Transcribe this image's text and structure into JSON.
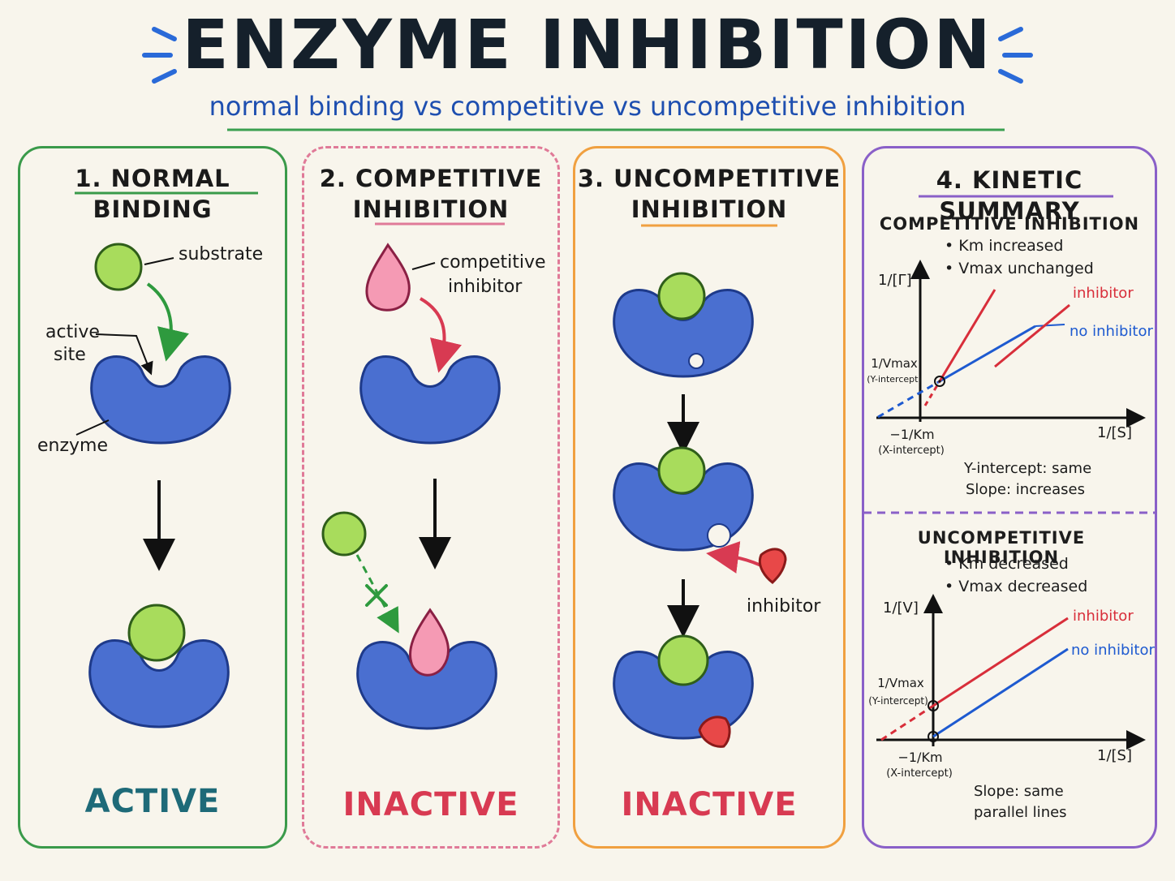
{
  "header": {
    "title": "ENZYME INHIBITION",
    "subtitle": "normal binding vs competitive vs uncompetitive inhibition"
  },
  "colors": {
    "enzyme": "#4a6fd0",
    "substrate": "#a8dc5c",
    "competitive_inhibitor": "#f59ab4",
    "uncompetitive_inhibitor": "#e84848",
    "panel1": "#3a9a4a",
    "panel2": "#e07a98",
    "panel3": "#f0a040",
    "panel4": "#8a60c8"
  },
  "panels": {
    "normal": {
      "title": "1. NORMAL BINDING",
      "substrate_label": "substrate",
      "active_site_label_1": "active",
      "active_site_label_2": "site",
      "enzyme_label": "enzyme",
      "status": "ACTIVE"
    },
    "competitive": {
      "title_1": "2. COMPETITIVE",
      "title_2": "INHIBITION",
      "inhibitor_label_1": "competitive",
      "inhibitor_label_2": "inhibitor",
      "status": "INACTIVE"
    },
    "uncompetitive": {
      "title_1": "3. UNCOMPETITIVE",
      "title_2": "INHIBITION",
      "inhibitor_label": "inhibitor",
      "status": "INACTIVE"
    },
    "kinetic": {
      "title": "4. KINETIC SUMMARY",
      "competitive": {
        "heading": "COMPETITIVE INHIBITION",
        "bullet_1": "Km increased",
        "bullet_2": "Vmax unchanged",
        "y_axis": "1/[Γ]",
        "x_axis": "1/[S]",
        "series_inhibitor": "inhibitor",
        "series_no_inhibitor": "no inhibitor",
        "y_intercept_label": "1/Vmax",
        "y_intercept_note": "(Y-intercept)",
        "x_intercept_label": "−1/Km",
        "x_intercept_note": "(X-intercept)",
        "note_1": "Y-intercept: same",
        "note_2": "Slope: increases"
      },
      "uncompetitive": {
        "heading": "UNCOMPETITIVE INHIBITION",
        "bullet_1": "Km decreased",
        "bullet_2": "Vmax decreased",
        "y_axis": "1/[V]",
        "x_axis": "1/[S]",
        "series_inhibitor": "inhibitor",
        "series_no_inhibitor": "no inhibitor",
        "y_intercept_label": "1/Vmax",
        "y_intercept_note": "(Y-intercept)",
        "x_intercept_label": "−1/Km",
        "x_intercept_note": "(X-intercept)",
        "note_1": "Slope: same",
        "note_2": "parallel lines"
      }
    }
  }
}
